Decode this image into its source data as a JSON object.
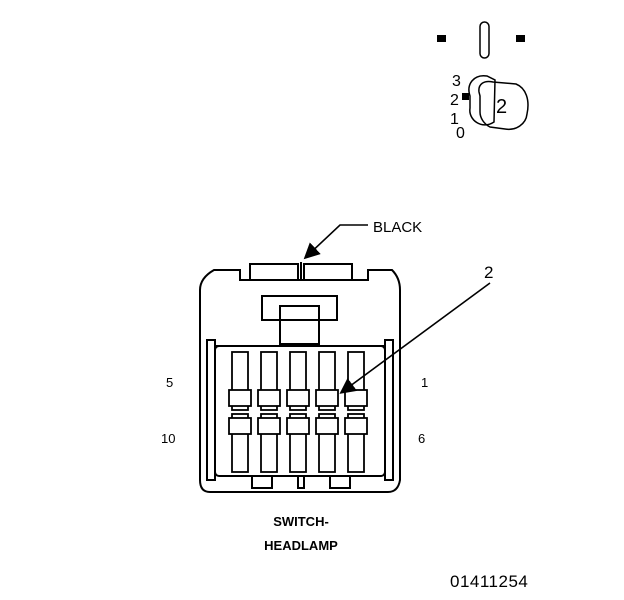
{
  "connector": {
    "color_label": "BLACK",
    "callout_number": "2",
    "name_line1": "SWITCH-",
    "name_line2": "HEADLAMP",
    "pin_labels": {
      "top_left": "5",
      "top_right": "1",
      "bottom_left": "10",
      "bottom_right": "6"
    }
  },
  "inset": {
    "positions": [
      "3",
      "2",
      "1",
      "0"
    ],
    "callout_number": "2"
  },
  "figure_number": "01411254",
  "colors": {
    "ink": "#000000",
    "paper": "#ffffff"
  }
}
